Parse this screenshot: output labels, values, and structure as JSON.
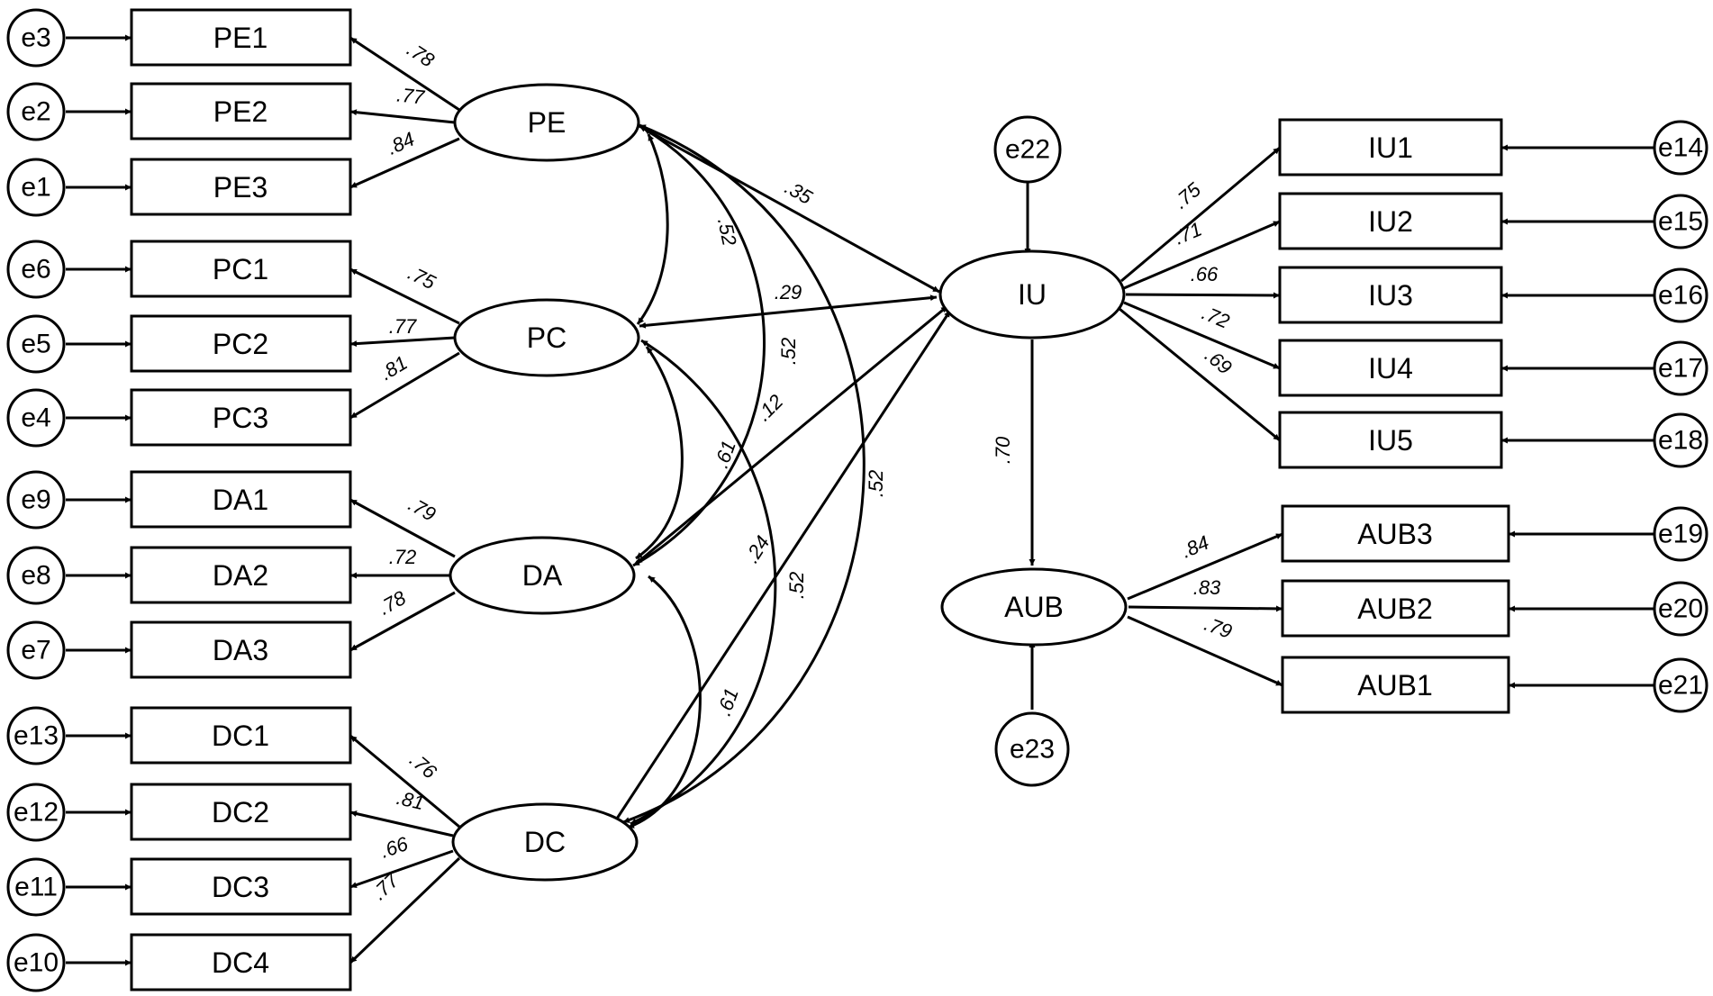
{
  "latent": {
    "PE": "PE",
    "PC": "PC",
    "DA": "DA",
    "DC": "DC",
    "IU": "IU",
    "AUB": "AUB"
  },
  "observed": {
    "PE1": "PE1",
    "PE2": "PE2",
    "PE3": "PE3",
    "PC1": "PC1",
    "PC2": "PC2",
    "PC3": "PC3",
    "DA1": "DA1",
    "DA2": "DA2",
    "DA3": "DA3",
    "DC1": "DC1",
    "DC2": "DC2",
    "DC3": "DC3",
    "DC4": "DC4",
    "IU1": "IU1",
    "IU2": "IU2",
    "IU3": "IU3",
    "IU4": "IU4",
    "IU5": "IU5",
    "AUB3": "AUB3",
    "AUB2": "AUB2",
    "AUB1": "AUB1"
  },
  "errors": {
    "e1": "e1",
    "e2": "e2",
    "e3": "e3",
    "e4": "e4",
    "e5": "e5",
    "e6": "e6",
    "e7": "e7",
    "e8": "e8",
    "e9": "e9",
    "e10": "e10",
    "e11": "e11",
    "e12": "e12",
    "e13": "e13",
    "e14": "e14",
    "e15": "e15",
    "e16": "e16",
    "e17": "e17",
    "e18": "e18",
    "e19": "e19",
    "e20": "e20",
    "e21": "e21",
    "e22": "e22",
    "e23": "e23"
  },
  "loadings": {
    "PE1": ".78",
    "PE2": ".77",
    "PE3": ".84",
    "PC1": ".75",
    "PC2": ".77",
    "PC3": ".81",
    "DA1": ".79",
    "DA2": ".72",
    "DA3": ".78",
    "DC1": ".76",
    "DC2": ".81",
    "DC3": ".66",
    "DC4": ".77",
    "IU1": ".75",
    "IU2": ".71",
    "IU3": ".66",
    "IU4": ".72",
    "IU5": ".69",
    "AUB3": ".84",
    "AUB2": ".83",
    "AUB1": ".79"
  },
  "paths": {
    "PE_IU": ".35",
    "PC_IU": ".29",
    "DA_IU": ".12",
    "DC_IU": ".24",
    "IU_AUB": ".70"
  },
  "correlations": {
    "PE_PC": ".52",
    "PE_DA": ".52",
    "PE_DC": ".52",
    "PC_DA": ".61",
    "PC_DC": ".52",
    "DA_DC": ".61"
  }
}
